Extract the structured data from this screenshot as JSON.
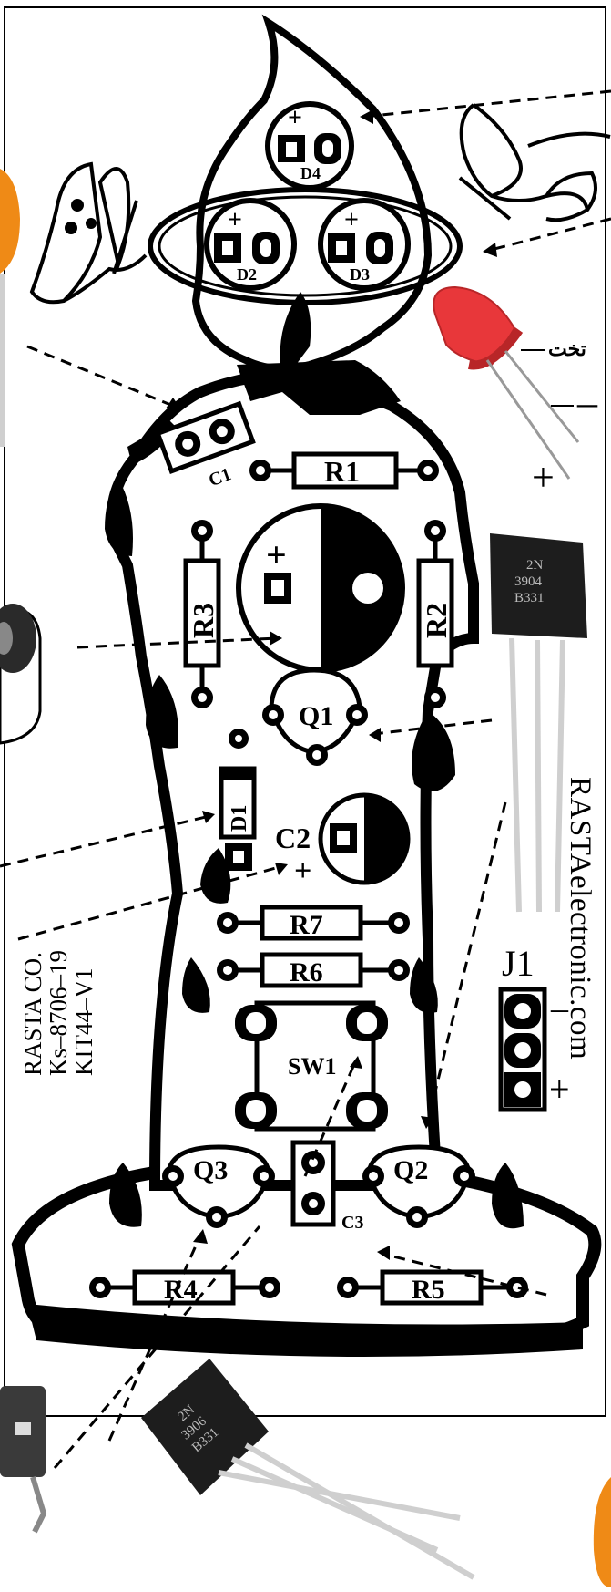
{
  "board": {
    "labels": {
      "d4": "D4",
      "d2": "D2",
      "d3": "D3",
      "c1": "C1",
      "r1": "R1",
      "r2": "R2",
      "r3": "R3",
      "q1": "Q1",
      "d1": "D1",
      "c2": "C2",
      "r7": "R7",
      "r6": "R6",
      "sw1": "SW1",
      "q3": "Q3",
      "q2": "Q2",
      "c3": "C3",
      "r4": "R4",
      "r5": "R5",
      "j1": "J1"
    },
    "polarity": {
      "plus": "+",
      "minus": "–"
    },
    "side_text": [
      "RASTA CO.",
      "Ks–8706–19",
      "KIT44–V1"
    ],
    "brand_text": "RASTAelectronic.com"
  },
  "parts": {
    "led_flat_label": "تخت",
    "led_minus": "–",
    "led_plus": "+",
    "transistor_top": [
      "2N",
      "3904",
      "B331"
    ],
    "transistor_bottom": [
      "2N",
      "3906",
      "B331"
    ]
  },
  "colors": {
    "ink": "#000000",
    "led_red": "#e8373a",
    "cap_orange": "#ef8a16",
    "transistor_body": "#1d1d1d"
  }
}
